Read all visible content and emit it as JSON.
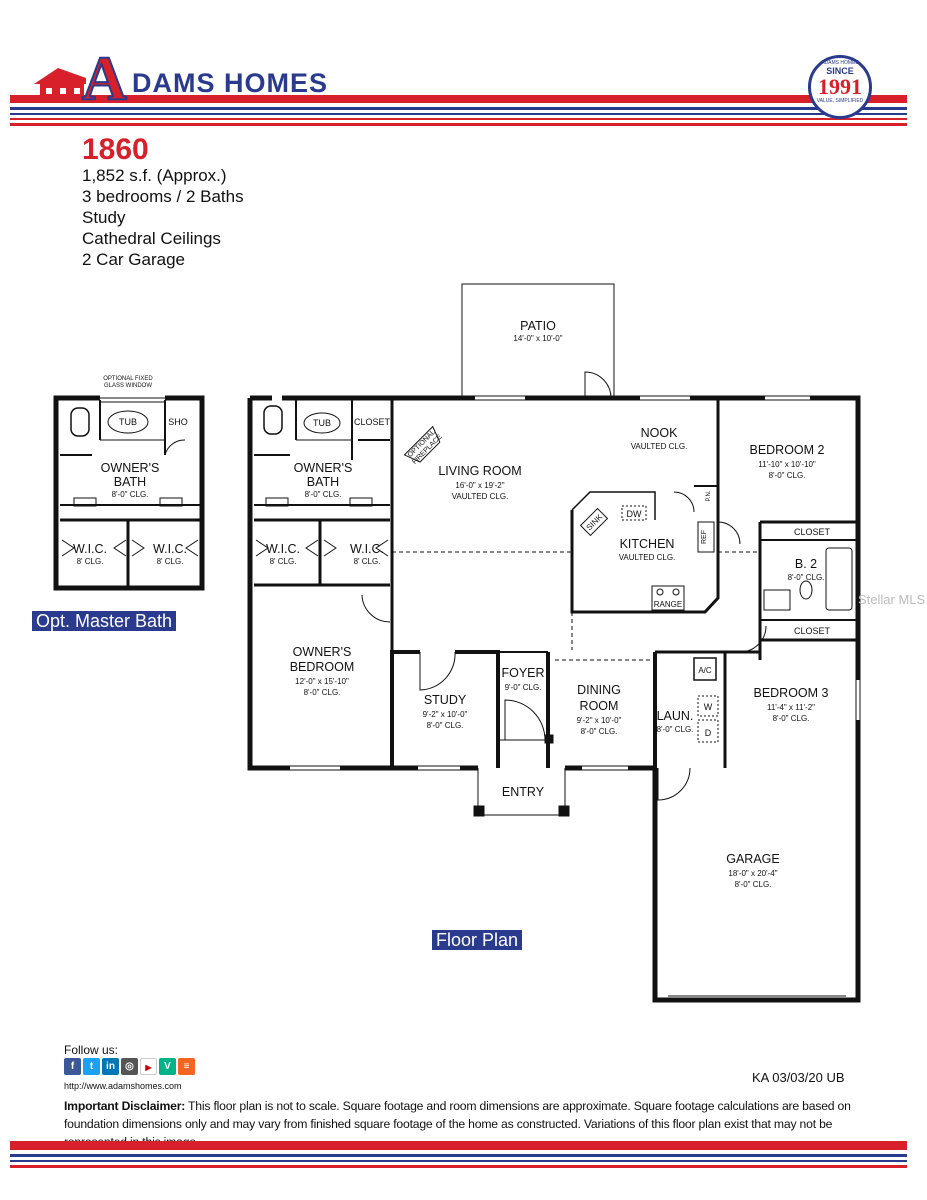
{
  "header": {
    "brand_letter": "A",
    "brand_name": "DAMS HOMES",
    "seal": {
      "top_text": "ADAMS HOMES",
      "since": "SINCE",
      "year": "1991",
      "tagline": "VALUE, SIMPLIFIED"
    },
    "colors": {
      "red": "#d8202a",
      "blue": "#2a3a8c"
    }
  },
  "model": {
    "number": "1860",
    "specs": [
      "1,852 s.f. (Approx.)",
      "3 bedrooms / 2 Baths",
      "Study",
      "Cathedral Ceilings",
      "2 Car Garage"
    ]
  },
  "option_plan": {
    "window_note_line1": "OPTIONAL FIXED",
    "window_note_line2": "GLASS WINDOW",
    "tub": "TUB",
    "shower": "SHO",
    "bath_name_1": "OWNER'S",
    "bath_name_2": "BATH",
    "bath_clg": "8'-0\" CLG.",
    "wic_1": "W.I.C.",
    "wic_1_clg": "8' CLG.",
    "wic_2": "W.I.C.",
    "wic_2_clg": "8' CLG.",
    "caption": "Opt. Master Bath"
  },
  "floor_plan": {
    "caption": "Floor Plan",
    "patio": {
      "name": "PATIO",
      "dims": "14'-0\" x 10'-0\""
    },
    "nook": {
      "name": "NOOK",
      "clg": "VAULTED CLG."
    },
    "bedroom2": {
      "name": "BEDROOM 2",
      "dims": "11'-10\" x 10'-10\"",
      "clg": "8'-0\" CLG."
    },
    "living": {
      "name": "LIVING ROOM",
      "dims": "16'-0\" x 19'-2\"",
      "clg": "VAULTED CLG."
    },
    "fireplace_1": "OPTIONAL",
    "fireplace_2": "FIREPLACE",
    "tub": "TUB",
    "closet_bath": "CLOSET",
    "owners_bath": {
      "name_1": "OWNER'S",
      "name_2": "BATH",
      "clg": "8'-0\" CLG."
    },
    "wic_1": {
      "name": "W.I.C.",
      "clg": "8' CLG."
    },
    "wic_2": {
      "name": "W.I.C.",
      "clg": "8' CLG."
    },
    "kitchen": {
      "name": "KITCHEN",
      "clg": "VAULTED CLG.",
      "sink": "SINK",
      "dw": "DW",
      "ref": "REF",
      "range": "RANGE",
      "pantry": "P.N."
    },
    "closet_b2": "CLOSET",
    "bath2": {
      "name": "B. 2",
      "clg": "8'-0\" CLG."
    },
    "closet_b3": "CLOSET",
    "owners_bedroom": {
      "name_1": "OWNER'S",
      "name_2": "BEDROOM",
      "dims": "12'-0\" x 15'-10\"",
      "clg": "8'-0\" CLG."
    },
    "study": {
      "name": "STUDY",
      "dims": "9'-2\" x 10'-0\"",
      "clg": "8'-0\" CLG."
    },
    "foyer": {
      "name": "FOYER",
      "clg": "9'-0\" CLG."
    },
    "dining": {
      "name_1": "DINING",
      "name_2": "ROOM",
      "dims": "9'-2\" x 10'-0\"",
      "clg": "8'-0\" CLG."
    },
    "ac": "A/C",
    "laundry": {
      "name": "LAUN.",
      "clg": "8'-0\" CLG.",
      "washer": "W",
      "dryer": "D"
    },
    "bedroom3": {
      "name": "BEDROOM 3",
      "dims": "11'-4\" x 11'-2\"",
      "clg": "8'-0\" CLG."
    },
    "entry": "ENTRY",
    "garage": {
      "name": "GARAGE",
      "dims": "18'-0\" x 20'-4\"",
      "clg": "8'-0\" CLG."
    }
  },
  "watermark": "Stellar MLS",
  "footer": {
    "follow": "Follow us:",
    "social_icons": [
      "facebook-icon",
      "twitter-icon",
      "linkedin-icon",
      "instagram-icon",
      "youtube-icon",
      "vine-icon",
      "rss-icon"
    ],
    "url": "http://www.adamshomes.com",
    "revision": "KA 03/03/20 UB",
    "disclaimer_title": "Important Disclaimer:",
    "disclaimer_text": " This floor plan is not to scale. Square footage and room dimensions are approximate. Square footage calculations are based on foundation dimensions only and may vary from finished square footage of the home as constructed. Variations of this floor plan exist that may not be represented in this image."
  }
}
